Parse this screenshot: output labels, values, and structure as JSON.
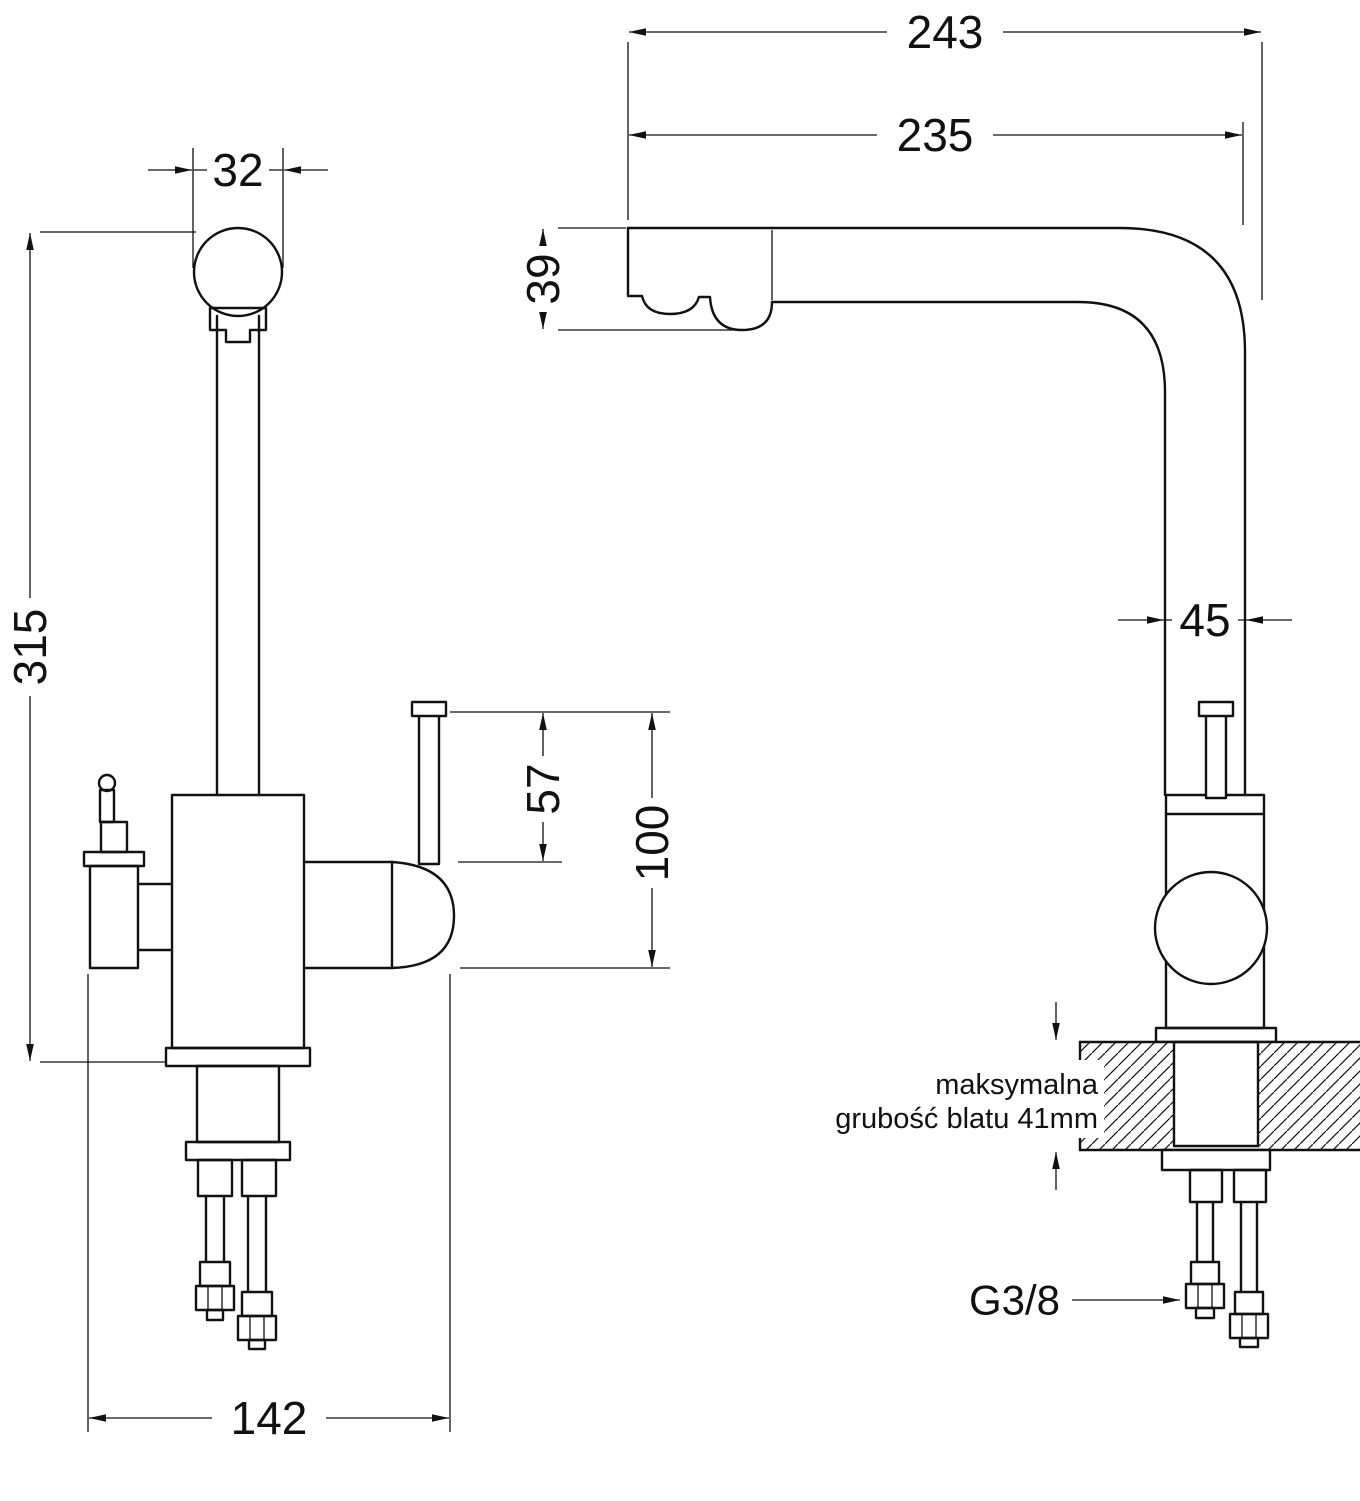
{
  "drawing": {
    "front_view": {
      "top_width": "32",
      "height": "315",
      "lever_height": "57",
      "body_height": "100",
      "base_width": "142"
    },
    "side_view": {
      "overall_depth": "243",
      "spout_reach": "235",
      "spout_head_height": "39",
      "pipe_width": "45",
      "connector_thread": "G3/8",
      "countertop_note_line1": "maksymalna",
      "countertop_note_line2": "grubość blatu 41mm"
    }
  }
}
